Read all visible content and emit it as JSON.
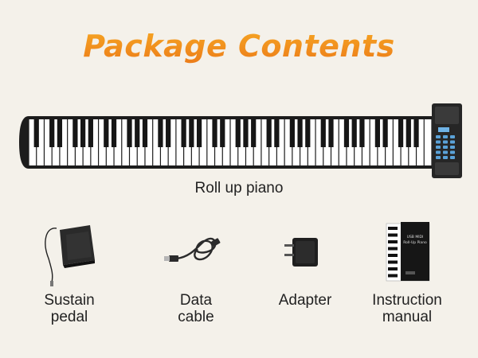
{
  "title": "Package Contents",
  "main_item": {
    "label": "Roll up piano"
  },
  "items": [
    {
      "line1": "Sustain",
      "line2": "pedal",
      "icon": "sustain-pedal-icon"
    },
    {
      "line1": "Data",
      "line2": "cable",
      "icon": "usb-cable-icon"
    },
    {
      "line1": "Adapter",
      "line2": "",
      "icon": "power-adapter-icon"
    },
    {
      "line1": "Instruction",
      "line2": "manual",
      "icon": "manual-icon"
    }
  ],
  "manual_cover": {
    "line1": "USB MIDI",
    "line2": "Roll-Up Piano"
  },
  "colors": {
    "title_orange": "#ef8d1d",
    "background": "#f4f1ea",
    "keyboard_black": "#1c1c1c"
  }
}
